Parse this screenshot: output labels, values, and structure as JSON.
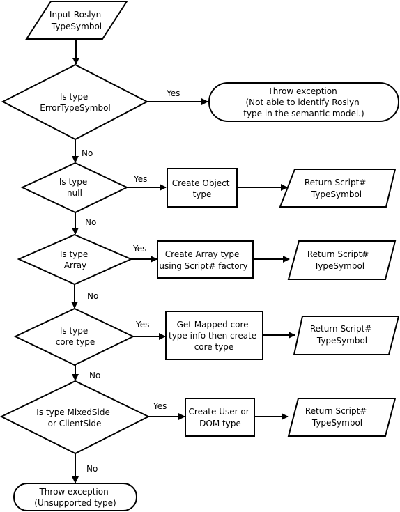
{
  "nodes": {
    "start": [
      "Input Roslyn",
      "TypeSymbol"
    ],
    "is_error": [
      "Is type",
      "ErrorTypeSymbol"
    ],
    "throw_error": [
      "Throw exception",
      "(Not able to identify Roslyn",
      "type in the semantic model.)"
    ],
    "is_null": [
      "Is type",
      "null"
    ],
    "create_object": [
      "Create Object",
      "type"
    ],
    "return_1": [
      "Return Script#",
      "TypeSymbol"
    ],
    "is_array": [
      "Is type",
      "Array"
    ],
    "create_array": [
      "Create Array type",
      "using Script# factory"
    ],
    "return_2": [
      "Return Script#",
      "TypeSymbol"
    ],
    "is_core": [
      "Is type",
      "core type"
    ],
    "get_mapped": [
      "Get Mapped core",
      "type info then create",
      "core type"
    ],
    "return_3": [
      "Return Script#",
      "TypeSymbol"
    ],
    "is_mixed": [
      "Is type MixedSide",
      "or ClientSide"
    ],
    "create_user_dom": [
      "Create User or",
      "DOM type"
    ],
    "return_4": [
      "Return Script#",
      "TypeSymbol"
    ],
    "throw_unsupported": [
      "Throw exception",
      "(Unsupported type)"
    ]
  },
  "edge_labels": {
    "yes": "Yes",
    "no": "No"
  }
}
